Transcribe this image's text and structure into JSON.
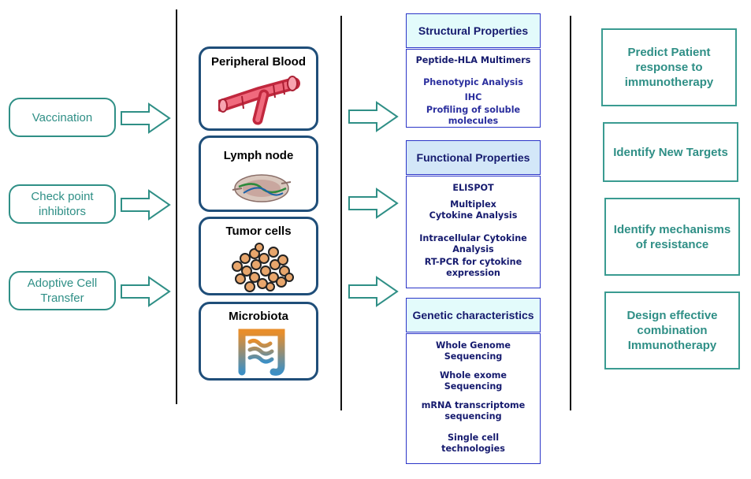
{
  "treatments": [
    "Vaccination",
    "Check point inhibitors",
    "Adoptive Cell Transfer"
  ],
  "samples": [
    {
      "title": "Peripheral Blood",
      "icon": "blood-vessel-icon"
    },
    {
      "title": "Lymph node",
      "icon": "lymph-node-icon"
    },
    {
      "title": "Tumor cells",
      "icon": "tumor-cells-icon"
    },
    {
      "title": "Microbiota",
      "icon": "intestine-icon"
    }
  ],
  "properties": [
    {
      "header": "Structural Properties",
      "items": [
        "Peptide-HLA Multimers",
        "Phenotypic Analysis",
        "IHC",
        "Profiling of soluble molecules"
      ]
    },
    {
      "header": "Functional Properties",
      "items": [
        "ELISPOT",
        "Multiplex Cytokine Analysis",
        "Intracellular Cytokine Analysis",
        "RT-PCR for cytokine expression"
      ]
    },
    {
      "header": "Genetic characteristics",
      "items": [
        "Whole Genome Sequencing",
        "Whole exome Sequencing",
        "mRNA transcriptome sequencing",
        "Single cell technologies"
      ]
    }
  ],
  "outcomes": [
    "Predict Patient response to immunotherapy",
    "Identify New Targets",
    "Identify mechanisms of resistance",
    "Design effective combination Immunotherapy"
  ],
  "colors": {
    "teal": "#2f8f86",
    "navy": "#1f4e79",
    "indigo": "#151a6e",
    "header_cyan": "#e3fbfb",
    "header_blue": "#d3e7f8"
  }
}
